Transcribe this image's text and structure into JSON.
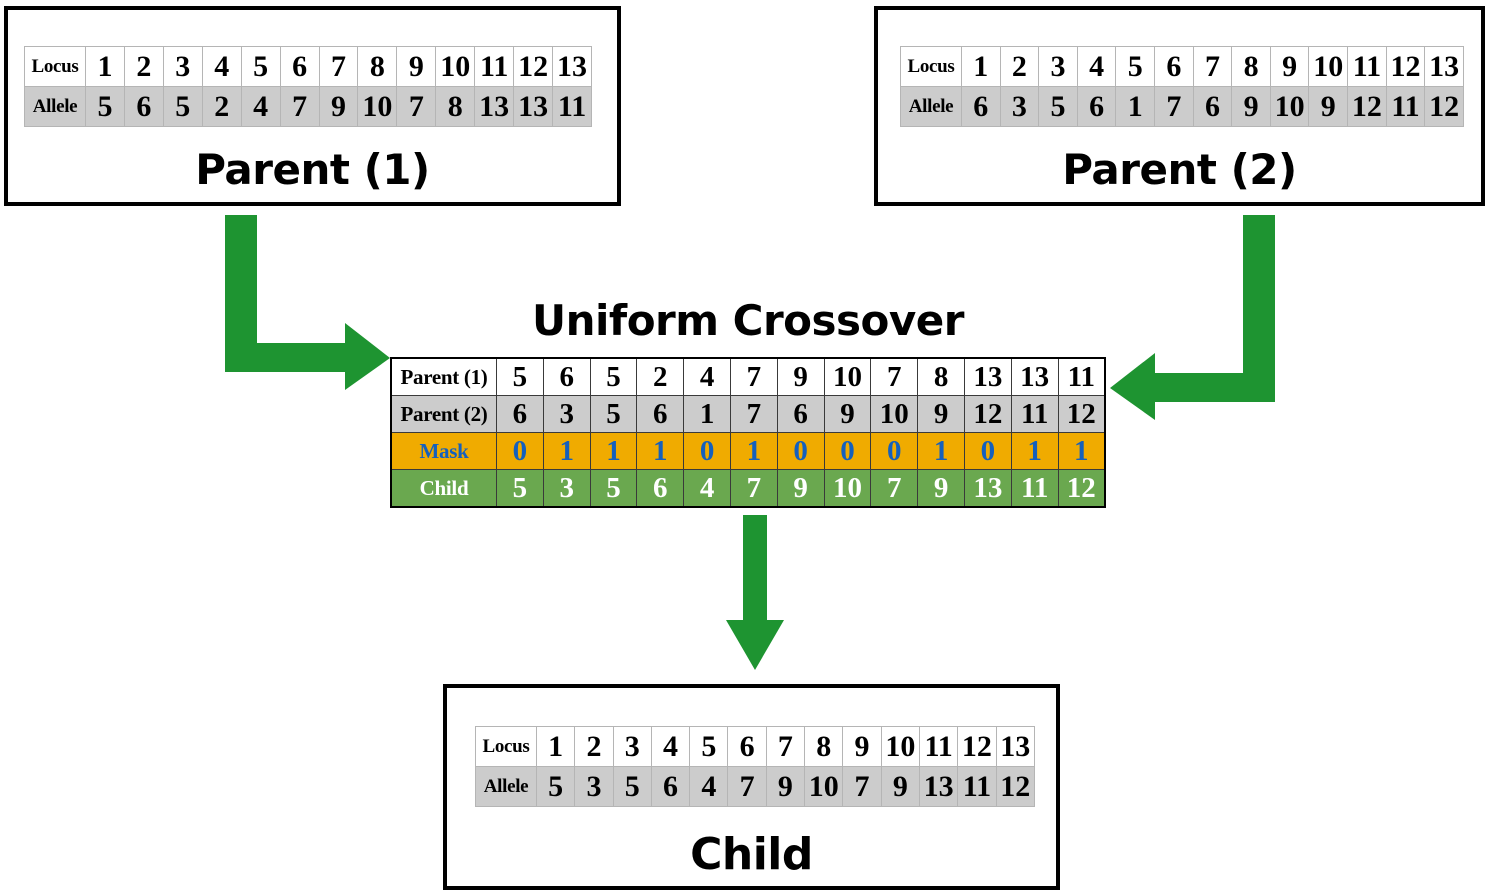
{
  "parent1": {
    "title": "Parent (1)",
    "row_labels": [
      "Locus",
      "Allele"
    ],
    "locus": [
      "1",
      "2",
      "3",
      "4",
      "5",
      "6",
      "7",
      "8",
      "9",
      "10",
      "11",
      "12",
      "13"
    ],
    "allele": [
      "5",
      "6",
      "5",
      "2",
      "4",
      "7",
      "9",
      "10",
      "7",
      "8",
      "13",
      "13",
      "11"
    ]
  },
  "parent2": {
    "title": "Parent (2)",
    "row_labels": [
      "Locus",
      "Allele"
    ],
    "locus": [
      "1",
      "2",
      "3",
      "4",
      "5",
      "6",
      "7",
      "8",
      "9",
      "10",
      "11",
      "12",
      "13"
    ],
    "allele": [
      "6",
      "3",
      "5",
      "6",
      "1",
      "7",
      "6",
      "9",
      "10",
      "9",
      "12",
      "11",
      "12"
    ]
  },
  "child": {
    "title": "Child",
    "row_labels": [
      "Locus",
      "Allele"
    ],
    "locus": [
      "1",
      "2",
      "3",
      "4",
      "5",
      "6",
      "7",
      "8",
      "9",
      "10",
      "11",
      "12",
      "13"
    ],
    "allele": [
      "5",
      "3",
      "5",
      "6",
      "4",
      "7",
      "9",
      "10",
      "7",
      "9",
      "13",
      "11",
      "12"
    ]
  },
  "crossover": {
    "title": "Uniform Crossover",
    "rows": [
      {
        "label": "Parent (1)",
        "values": [
          "5",
          "6",
          "5",
          "2",
          "4",
          "7",
          "9",
          "10",
          "7",
          "8",
          "13",
          "13",
          "11"
        ]
      },
      {
        "label": "Parent (2)",
        "values": [
          "6",
          "3",
          "5",
          "6",
          "1",
          "7",
          "6",
          "9",
          "10",
          "9",
          "12",
          "11",
          "12"
        ]
      },
      {
        "label": "Mask",
        "values": [
          "0",
          "1",
          "1",
          "1",
          "0",
          "1",
          "0",
          "0",
          "0",
          "1",
          "0",
          "1",
          "1"
        ]
      },
      {
        "label": "Child",
        "values": [
          "5",
          "3",
          "5",
          "6",
          "4",
          "7",
          "9",
          "10",
          "7",
          "9",
          "13",
          "11",
          "12"
        ]
      }
    ]
  },
  "arrows": [
    {
      "name": "arrow-parent1-to-crossover",
      "direction": "down-then-right"
    },
    {
      "name": "arrow-parent2-to-crossover",
      "direction": "down-then-left"
    },
    {
      "name": "arrow-crossover-to-child",
      "direction": "down"
    }
  ],
  "colors": {
    "arrow_green": "#1e9431",
    "mask_background": "#f0ab00",
    "mask_text": "#1560bd",
    "child_background": "#6aa84f",
    "child_text": "#ffffff",
    "allele_background": "#cccccc",
    "border": "#000000"
  }
}
